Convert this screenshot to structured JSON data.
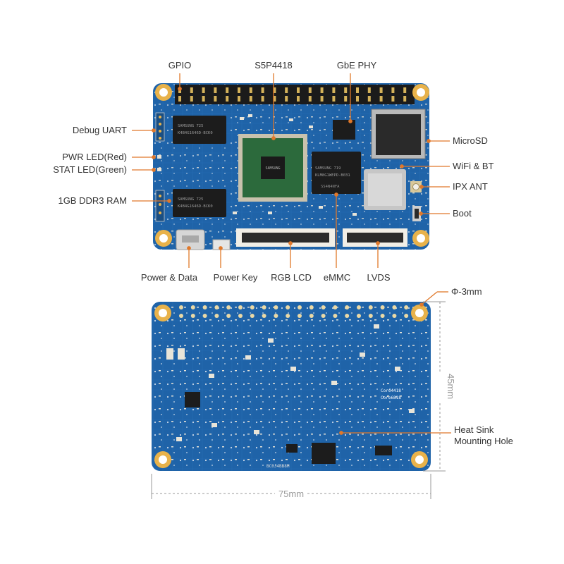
{
  "labels": {
    "gpio": "GPIO",
    "soc": "S5P4418",
    "gbe_phy": "GbE PHY",
    "debug_uart": "Debug UART",
    "pwr_led": "PWR LED(Red)",
    "stat_led": "STAT LED(Green)",
    "ram": "1GB DDR3 RAM",
    "microsd": "MicroSD",
    "wifi_bt": "WiFi & BT",
    "ipx_ant": "IPX ANT",
    "boot": "Boot",
    "power_data": "Power & Data",
    "power_key": "Power Key",
    "rgb_lcd": "RGB LCD",
    "emmc": "eMMC",
    "lvds": "LVDS",
    "hole_dia": "Φ-3mm",
    "height": "45mm",
    "width": "75mm",
    "heatsink_hole": "Heat Sink\nMounting Hole"
  },
  "chips": {
    "soc_marking": "SAMSUNG",
    "emmc_marking": "SAMSUNG  719\nKLM8G1WEPD-B031",
    "emmc_sub": "SS4N4NFA",
    "ram_marking": "SAMSUNG  725\nK4B4G1646D-BCK0",
    "bottom_silk": "Core4418\nCore6818",
    "bottom_code": "BC0J4BB8M"
  },
  "colors": {
    "pcb": "#1f63a8",
    "pcb_dark": "#164f8c",
    "gold": "#e8b24a",
    "leader": "#e0782a",
    "text": "#333333",
    "dim_line": "#9a9a9a"
  }
}
